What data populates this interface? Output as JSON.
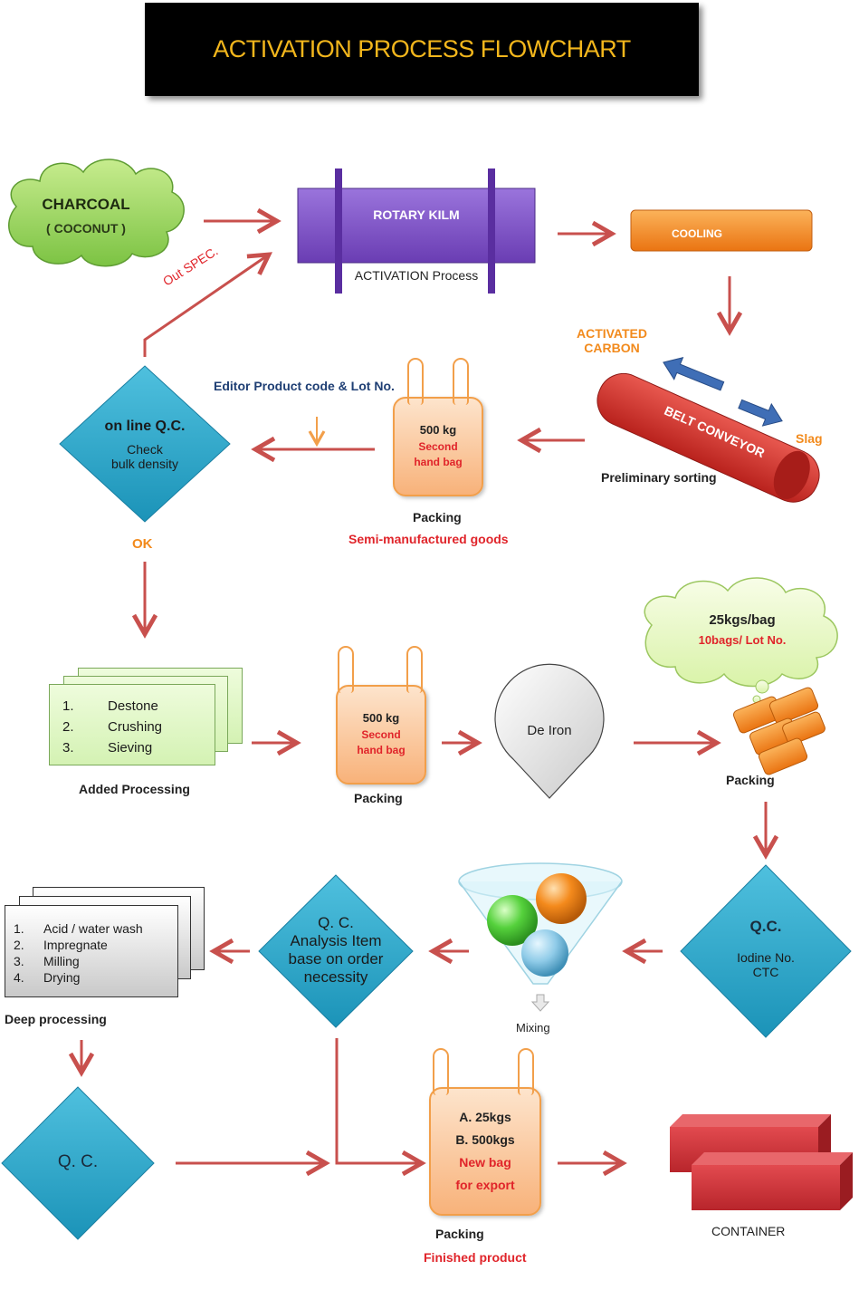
{
  "title": "ACTIVATION PROCESS FLOWCHART",
  "charcoal": {
    "line1": "CHARCOAL",
    "line2": "( COCONUT )"
  },
  "kiln": {
    "label": "ROTARY KILM",
    "sublabel": "ACTIVATION Process"
  },
  "cooling": "COOLING",
  "activated_carbon": {
    "line1": "ACTIVATED",
    "line2": "CARBON"
  },
  "belt_conveyor": "BELT CONVEYOR",
  "slag": "Slag",
  "preliminary_sorting": "Preliminary sorting",
  "out_spec": "Out SPEC.",
  "editor_note": "Editor Product code & Lot No.",
  "online_qc": {
    "line1": "on line Q.C.",
    "line2": "Check",
    "line3": "bulk density"
  },
  "ok": "OK",
  "bag1": {
    "line1": "500 kg",
    "line2": "Second",
    "line3": "hand bag",
    "caption": "Packing",
    "subcaption": "Semi-manufactured goods"
  },
  "added_processing": {
    "items": [
      "Destone",
      "Crushing",
      "Sieving"
    ],
    "nums": [
      "1.",
      "2.",
      "3."
    ],
    "caption": "Added Processing"
  },
  "bag2": {
    "line1": "500 kg",
    "line2": "Second",
    "line3": "hand bag",
    "caption": "Packing"
  },
  "deiron": "De Iron",
  "cloud2": {
    "line1": "25kgs/bag",
    "line2": "10bags/ Lot No."
  },
  "packing_right": "Packing",
  "qc_iodine": {
    "line1": "Q.C.",
    "line2": "Iodine No.",
    "line3": "CTC"
  },
  "mixing": "Mixing",
  "qc_analysis": {
    "line1": "Q. C.",
    "line2": "Analysis Item",
    "line3": "base on order",
    "line4": "necessity"
  },
  "deep_processing": {
    "items": [
      "Acid / water wash",
      "Impregnate",
      "Milling",
      "Drying"
    ],
    "nums": [
      "1.",
      "2.",
      "3.",
      "4."
    ],
    "caption": "Deep processing"
  },
  "qc_final": "Q. C.",
  "bag3": {
    "line1": "A. 25kgs",
    "line2": "B. 500kgs",
    "line3": "New bag",
    "line4": "for export",
    "caption": "Packing",
    "subcaption": "Finished product"
  },
  "container": "CONTAINER",
  "colors": {
    "arrow": "#c8504d",
    "diamond": "#2aa6c8",
    "kiln": "#7a4fc0",
    "cooling": "#f58a1f",
    "conveyor": "#d4342f",
    "title_text": "#f2b61c"
  }
}
